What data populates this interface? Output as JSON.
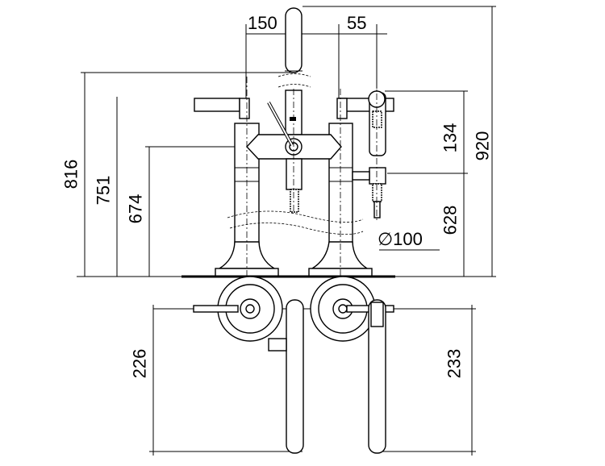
{
  "dimensions": {
    "d150": "150",
    "d55": "55",
    "d816": "816",
    "d751": "751",
    "d674": "674",
    "d134": "134",
    "d920": "920",
    "d628": "628",
    "d100": "∅100",
    "d226": "226",
    "d233": "233"
  }
}
